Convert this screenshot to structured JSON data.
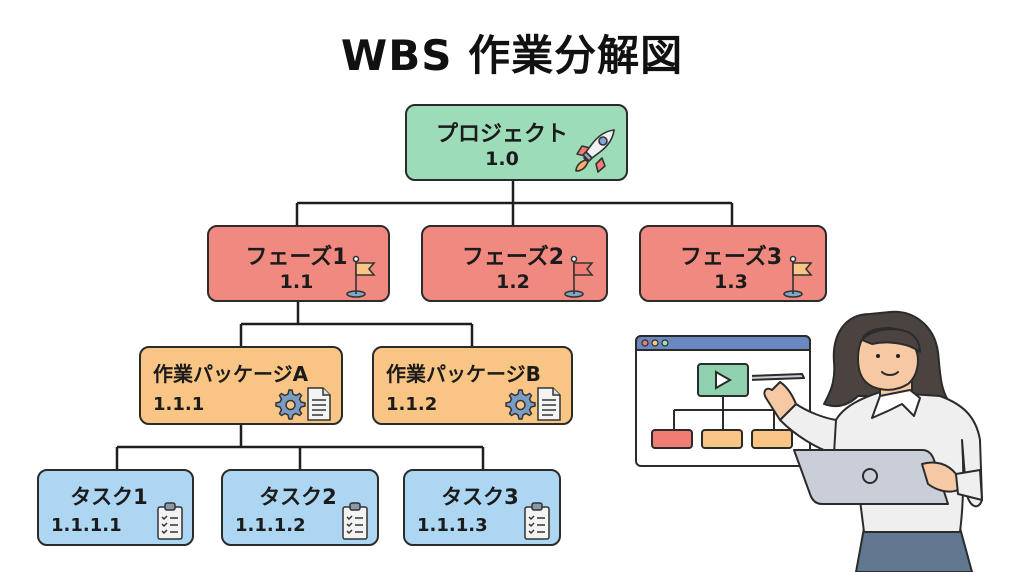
{
  "title": "WBS 作業分解図",
  "colors": {
    "project": "#9ddcb9",
    "phase": "#f08a80",
    "package": "#f9c584",
    "task": "#acd6f1",
    "border": "#2b2b2b"
  },
  "project": {
    "label": "プロジェクト",
    "code": "1.0",
    "icon": "rocket-icon"
  },
  "phases": [
    {
      "label": "フェーズ1",
      "code": "1.1",
      "icon": "flag-icon"
    },
    {
      "label": "フェーズ2",
      "code": "1.2",
      "icon": "flag-icon"
    },
    {
      "label": "フェーズ3",
      "code": "1.3",
      "icon": "flag-icon"
    }
  ],
  "packages": [
    {
      "label": "作業パッケージA",
      "code": "1.1.1",
      "icon": "gear-document-icon"
    },
    {
      "label": "作業パッケージB",
      "code": "1.1.2",
      "icon": "gear-document-icon"
    }
  ],
  "tasks": [
    {
      "label": "タスク1",
      "code": "1.1.1.1",
      "icon": "clipboard-checklist-icon"
    },
    {
      "label": "タスク2",
      "code": "1.1.1.2",
      "icon": "clipboard-checklist-icon"
    },
    {
      "label": "タスク3",
      "code": "1.1.1.3",
      "icon": "clipboard-checklist-icon"
    }
  ],
  "illustration": {
    "description": "woman-with-tablet-drawing-wbs-on-screen",
    "screen_blocks": [
      "play",
      "red",
      "orange",
      "orange"
    ]
  }
}
